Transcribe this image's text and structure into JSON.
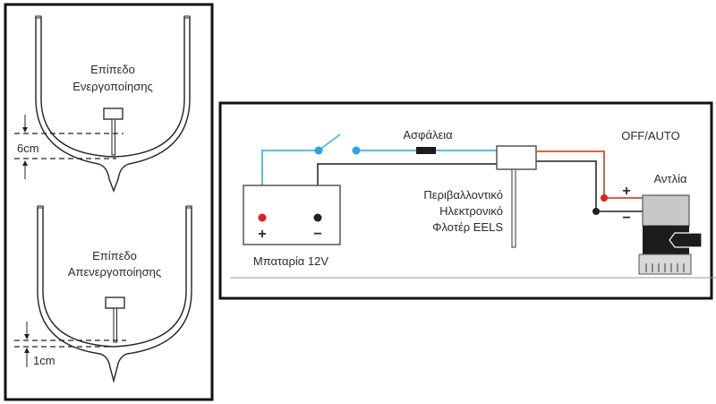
{
  "left_panel": {
    "activation": {
      "label_line1": "Επίπεδο",
      "label_line2": "Ενεργοποίησης",
      "gap_label": "6cm"
    },
    "deactivation": {
      "label_line1": "Επίπεδο",
      "label_line2": "Απενεργοποίησης",
      "gap_label": "1cm"
    }
  },
  "right_panel": {
    "fuse_label": "Ασφάλεια",
    "mode_label": "OFF/AUTO",
    "pump_label": "Αντλία",
    "battery_label": "Μπαταρία 12V",
    "battery_plus": "+",
    "battery_minus": "−",
    "pump_plus": "+",
    "pump_minus": "−",
    "sensor_label_line1": "Περιβαλλοντικό",
    "sensor_label_line2": "Ηλεκτρονικό",
    "sensor_label_line3": "Φλοτέρ EELS"
  },
  "colors": {
    "positive_wire": "#5bbce4",
    "pump_positive_wire": "#e06040",
    "negative_wire": "#555555",
    "positive_terminal": "#e02020",
    "negative_terminal": "#222222",
    "switch_node": "#2aa6e0",
    "pump_body_top": "#c8c8c8",
    "pump_body_mid": "#1c1c1c"
  }
}
